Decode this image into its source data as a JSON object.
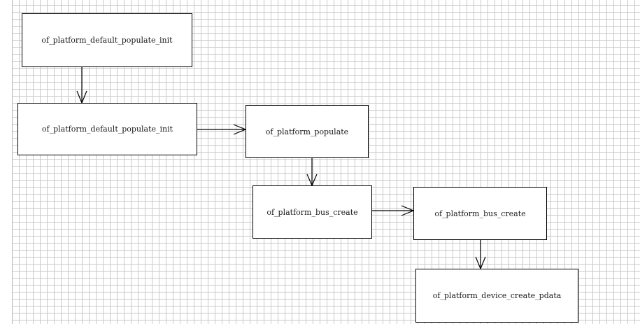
{
  "diagram": {
    "nodes": [
      {
        "id": "n1",
        "label": "of_platform_default_populate_init"
      },
      {
        "id": "n2",
        "label": "of_platform_default_populate_init"
      },
      {
        "id": "n3",
        "label": "of_platform_populate"
      },
      {
        "id": "n4",
        "label": "of_platform_bus_create"
      },
      {
        "id": "n5",
        "label": "of_platform_bus_create"
      },
      {
        "id": "n6",
        "label": "of_platform_device_create_pdata"
      }
    ],
    "edges": [
      {
        "from": "n1",
        "to": "n2"
      },
      {
        "from": "n2",
        "to": "n3"
      },
      {
        "from": "n3",
        "to": "n4"
      },
      {
        "from": "n4",
        "to": "n5"
      },
      {
        "from": "n5",
        "to": "n6"
      }
    ]
  },
  "colors": {
    "grid": "#c9c9c9",
    "stroke": "#000000",
    "background": "#ffffff"
  }
}
